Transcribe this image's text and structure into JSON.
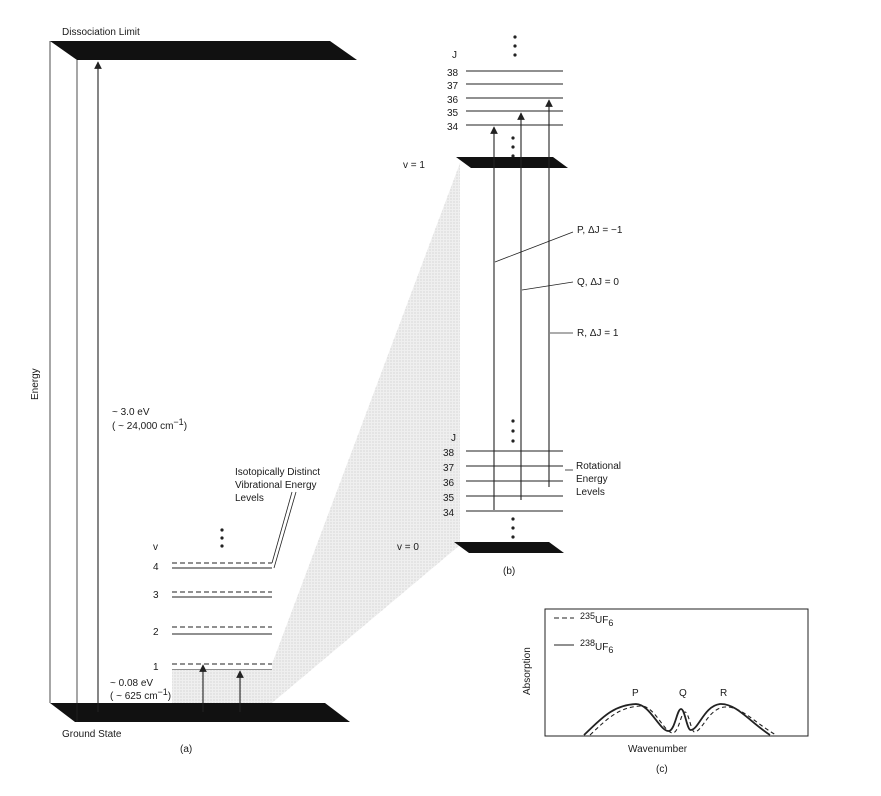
{
  "panel_a": {
    "label": "(a)",
    "dissociation_label": "Dissociation Limit",
    "ground_label": "Ground State",
    "energy_label": "Energy",
    "big_gap_line1": "~ 3.0 eV",
    "big_gap_line2": "( ~ 24,000 cm",
    "big_gap_sup": "−1",
    "big_gap_close": ")",
    "small_gap_line1": "~ 0.08 eV",
    "small_gap_line2": "( ~ 625 cm",
    "small_gap_sup": "−1",
    "small_gap_close": ")",
    "v_header": "v",
    "v_levels": [
      "4",
      "3",
      "2",
      "1"
    ],
    "iso_line1": "Isotopically Distinct",
    "iso_line2": "Vibrational Energy",
    "iso_line3": "Levels"
  },
  "panel_b": {
    "label": "(b)",
    "v1_label": "v = 1",
    "v0_label": "v = 0",
    "j_header": "J",
    "j_levels": [
      "38",
      "37",
      "36",
      "35",
      "34"
    ],
    "p_label": "P, ΔJ = −1",
    "q_label": "Q, ΔJ = 0",
    "r_label": "R, ΔJ = 1",
    "rot_line1": "Rotational",
    "rot_line2": "Energy",
    "rot_line3": "Levels"
  },
  "panel_c": {
    "label": "(c)",
    "ylabel": "Absorption",
    "xlabel": "Wavenumber",
    "legend_235_sup": "235",
    "legend_235_main": "UF",
    "legend_235_sub": "6",
    "legend_238_sup": "238",
    "legend_238_main": "UF",
    "legend_238_sub": "6",
    "peak_p": "P",
    "peak_q": "Q",
    "peak_r": "R"
  }
}
